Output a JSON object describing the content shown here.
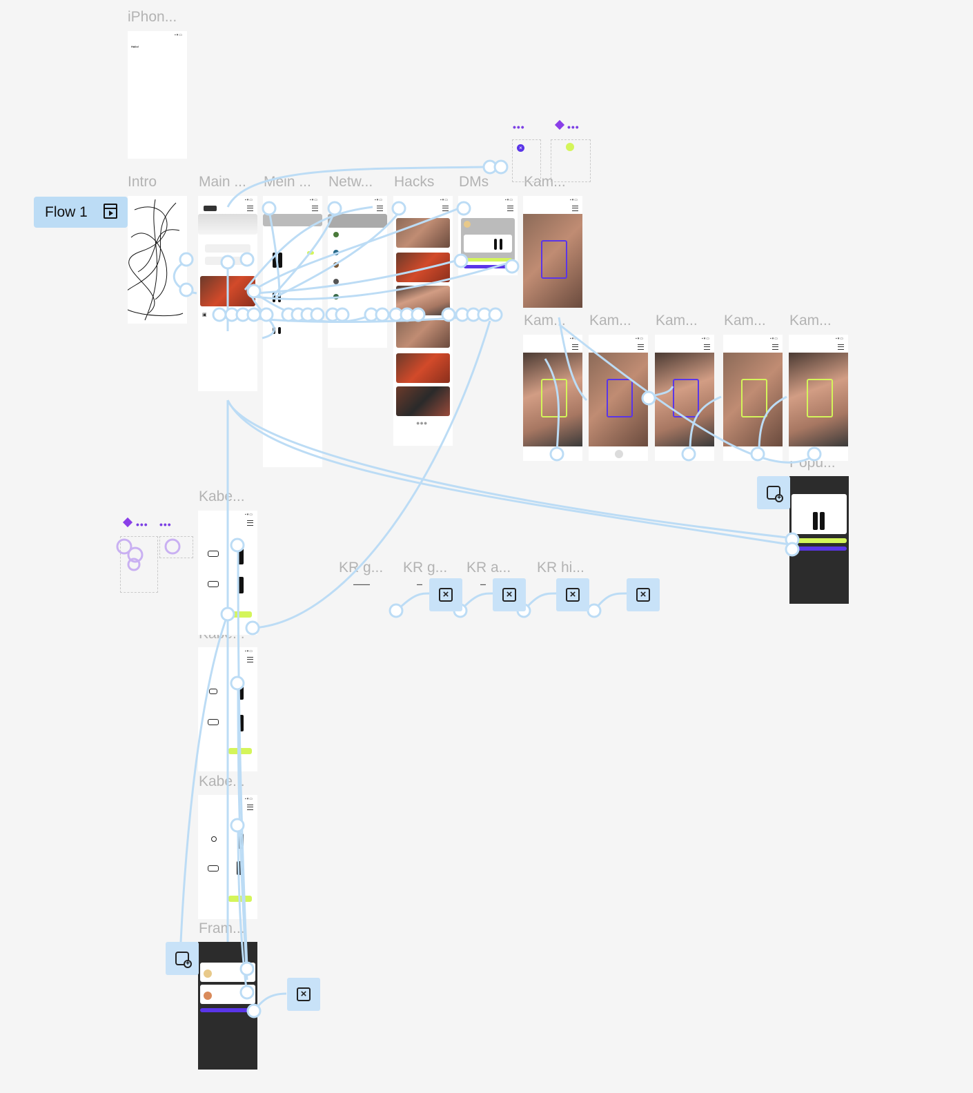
{
  "flow": {
    "label": "Flow 1",
    "icon": "flow-play-icon"
  },
  "frame_labels": {
    "iphone": "iPhon...",
    "intro": "Intro",
    "main": "Main ...",
    "mein": "Mein ...",
    "netw": "Netw...",
    "hacks": "Hacks",
    "dms": "DMs",
    "kam_top": "Kam...",
    "kam_1": "Kam...",
    "kam_2": "Kam...",
    "kam_3": "Kam...",
    "kam_4": "Kam...",
    "kam_5": "Kam...",
    "popu": "Popu...",
    "kabe_1": "Kabe...",
    "kabe_2": "Kabe...",
    "kabe_3": "Kabe...",
    "fram": "Fram...",
    "kr_1": "KR g...",
    "kr_2": "KR g...",
    "kr_3": "KR a...",
    "kr_4": "KR hi..."
  },
  "iphone_frame": {
    "greeting": "Hallo!"
  },
  "colors": {
    "canvas": "#f5f5f5",
    "connector": "#bcdcf5",
    "component": "#8a3fe8",
    "accent_green": "#d4f55a",
    "accent_purple": "#5a35e8"
  },
  "icons": {
    "close_node": "close-overlay-icon",
    "add_overlay_node": "add-overlay-icon",
    "component": "component-diamond-icon",
    "more": "more-dots-icon"
  }
}
